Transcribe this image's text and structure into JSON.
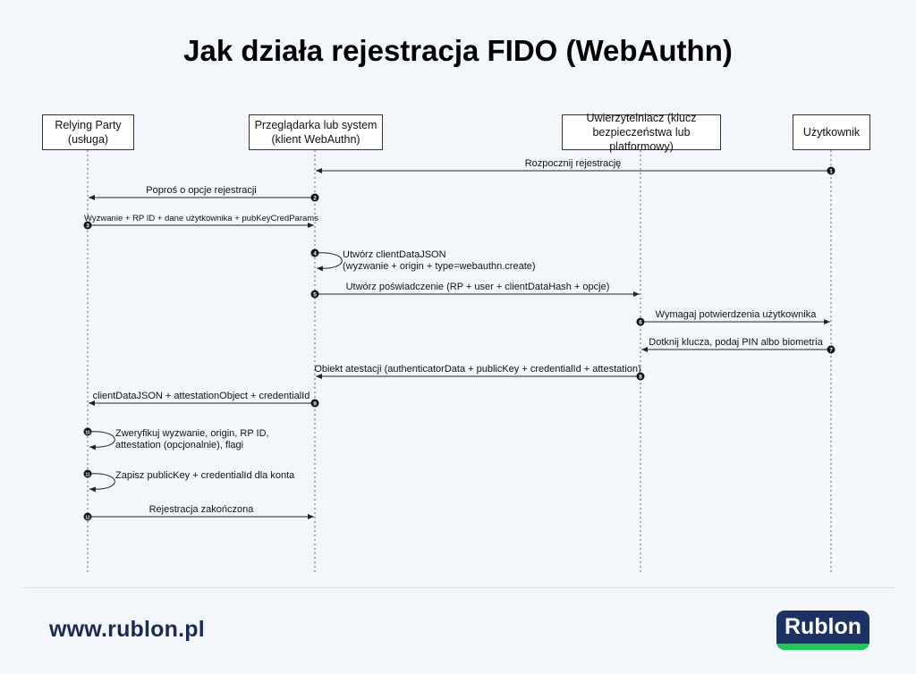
{
  "title": "Jak działa rejestracja FIDO (WebAuthn)",
  "actors": [
    {
      "id": "rp",
      "label": "Relying Party\n(usługa)"
    },
    {
      "id": "browser",
      "label": "Przeglądarka lub system\n(klient WebAuthn)"
    },
    {
      "id": "auth",
      "label": "Uwierzytelniacz (klucz\nbezpieczeństwa lub platformowy)"
    },
    {
      "id": "user",
      "label": "Użytkownik"
    }
  ],
  "steps": [
    {
      "n": "1",
      "from": "user",
      "to": "browser",
      "label": "Rozpocznij rejestrację"
    },
    {
      "n": "2",
      "from": "browser",
      "to": "rp",
      "label": "Poproś o opcje rejestracji"
    },
    {
      "n": "3",
      "from": "rp",
      "to": "browser",
      "label": "Wyzwanie + RP ID + dane użytkownika + pubKeyCredParams"
    },
    {
      "n": "4",
      "from": "browser",
      "to": "browser",
      "label": "Utwórz clientDataJSON\n(wyzwanie + origin + type=webauthn.create)"
    },
    {
      "n": "5",
      "from": "browser",
      "to": "auth",
      "label": "Utwórz poświadczenie (RP + user + clientDataHash + opcje)"
    },
    {
      "n": "6",
      "from": "auth",
      "to": "user",
      "label": "Wymagaj potwierdzenia użytkownika"
    },
    {
      "n": "7",
      "from": "user",
      "to": "auth",
      "label": "Dotknij klucza, podaj PIN albo biometria"
    },
    {
      "n": "8",
      "from": "auth",
      "to": "browser",
      "label": "Obiekt atestacji (authenticatorData + publicKey + credentialId + attestation)"
    },
    {
      "n": "9",
      "from": "browser",
      "to": "rp",
      "label": "clientDataJSON + attestationObject + credentialId"
    },
    {
      "n": "10",
      "from": "rp",
      "to": "rp",
      "label": "Zweryfikuj wyzwanie, origin, RP ID,\nattestation (opcjonalnie), flagi"
    },
    {
      "n": "11",
      "from": "rp",
      "to": "rp",
      "label": "Zapisz publicKey + credentialId dla konta"
    },
    {
      "n": "12",
      "from": "rp",
      "to": "browser",
      "label": "Rejestracja zakończona"
    }
  ],
  "footer": {
    "site": "www.rublon.pl",
    "logo": "Rublon"
  },
  "colors": {
    "background": "#f3f7fc",
    "logo_bg": "#1d3264",
    "logo_accent": "#27c259",
    "site_text": "#1b2a52"
  }
}
